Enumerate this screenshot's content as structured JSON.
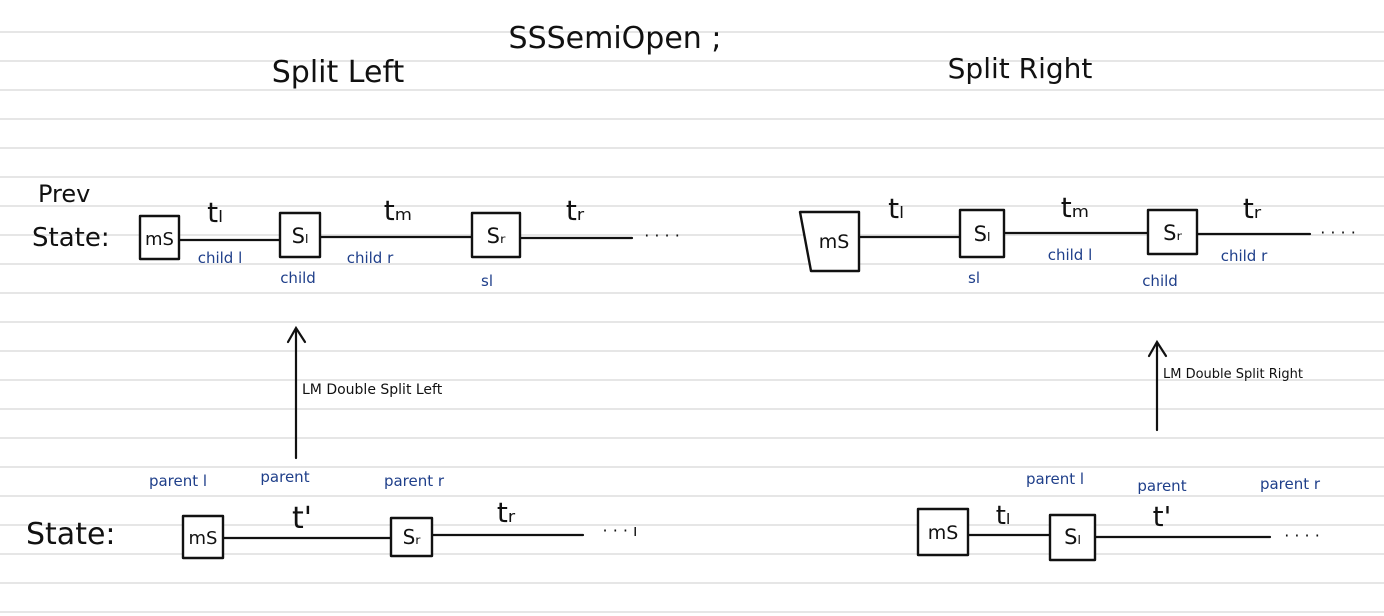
{
  "title": "SSSemiOpen ;",
  "colors": {
    "ink": "#111111",
    "annotation": "#1f3f8a"
  },
  "split_left": {
    "heading": "Split Left",
    "prev_state_label": [
      "Prev",
      "State:"
    ],
    "prev_state": {
      "nodes": [
        "mS",
        "Sₗ",
        "Sᵣ"
      ],
      "edges": [
        "tₗ",
        "tₘ",
        "tᵣ"
      ],
      "ellipsis": "· · · ·",
      "annotations": [
        "child l",
        "child",
        "child r",
        "sl"
      ]
    },
    "operation": "LM Double Split Left",
    "state_label": "State:",
    "state": {
      "nodes": [
        "mS",
        "Sᵣ"
      ],
      "edges": [
        "t'",
        "tᵣ"
      ],
      "ellipsis": "· · · ı",
      "annotations": [
        "parent l",
        "parent",
        "parent r"
      ]
    }
  },
  "split_right": {
    "heading": "Split Right",
    "prev_state": {
      "nodes": [
        "mS",
        "Sₗ",
        "Sᵣ"
      ],
      "edges": [
        "tₗ",
        "tₘ",
        "tᵣ"
      ],
      "ellipsis": "· · · ·",
      "annotations": [
        "sl",
        "child l",
        "child",
        "child r"
      ]
    },
    "operation": "LM Double Split Right",
    "state": {
      "nodes": [
        "mS",
        "Sₗ"
      ],
      "edges": [
        "tₗ",
        "t'"
      ],
      "ellipsis": "· · · ·",
      "annotations": [
        "parent l",
        "parent",
        "parent r"
      ]
    }
  }
}
